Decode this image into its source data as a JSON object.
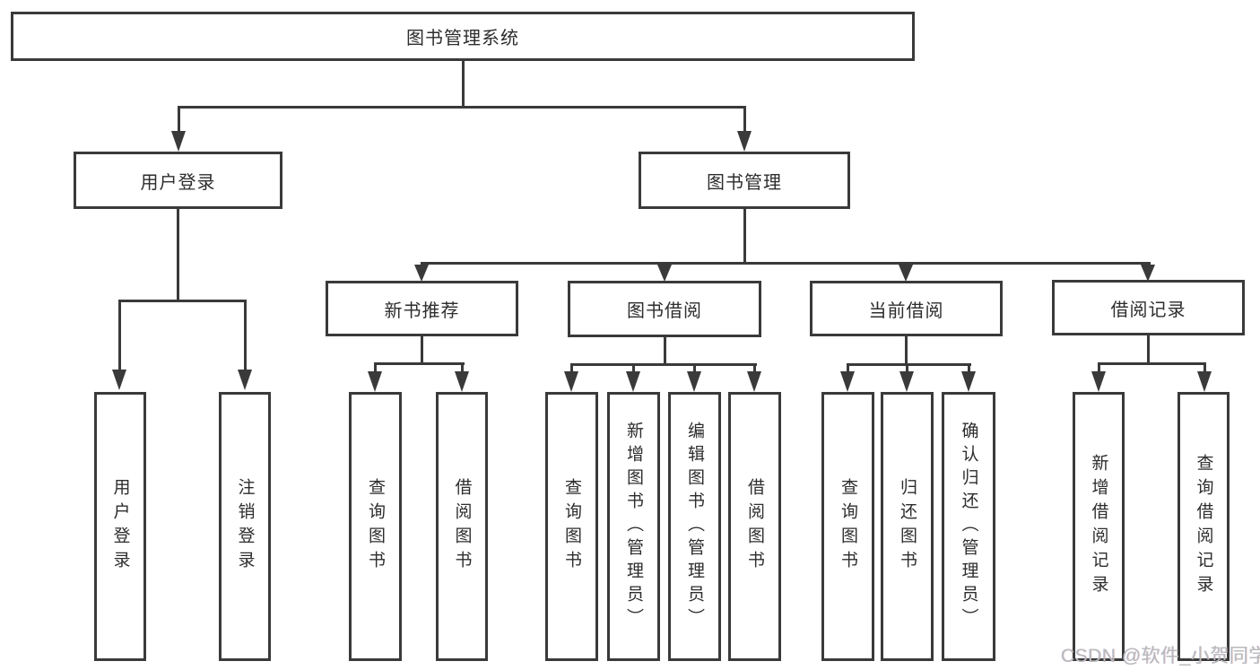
{
  "diagram": {
    "nodes": {
      "root": {
        "label": "图书管理系统"
      },
      "user_login": {
        "label": "用户登录"
      },
      "book_mgmt": {
        "label": "图书管理"
      },
      "new_book_rec": {
        "label": "新书推荐"
      },
      "book_borrow": {
        "label": "图书借阅"
      },
      "current_borrow": {
        "label": "当前借阅"
      },
      "borrow_record": {
        "label": "借阅记录"
      },
      "leaf_user_login": {
        "label": "用户登录"
      },
      "leaf_logout": {
        "label": "注销登录"
      },
      "leaf_query_book_rec": {
        "label": "查询图书"
      },
      "leaf_borrow_book_rec": {
        "label": "借阅图书"
      },
      "leaf_query_book_borrow": {
        "label": "查询图书"
      },
      "leaf_add_book": {
        "label": "新增图书（管理员）"
      },
      "leaf_edit_book": {
        "label": "编辑图书（管理员）"
      },
      "leaf_borrow_book_borrow": {
        "label": "借阅图书"
      },
      "leaf_query_book_current": {
        "label": "查询图书"
      },
      "leaf_return_book": {
        "label": "归还图书"
      },
      "leaf_confirm_return": {
        "label": "确认归还（管理员）"
      },
      "leaf_add_record": {
        "label": "新增借阅记录"
      },
      "leaf_query_record": {
        "label": "查询借阅记录"
      }
    }
  },
  "watermark": {
    "text": "CSDN @软件_小贺同学"
  },
  "colors": {
    "line": "#3a3a3a",
    "text": "#2d2d2d",
    "background": "#ffffff",
    "watermark": "#b9babc"
  }
}
